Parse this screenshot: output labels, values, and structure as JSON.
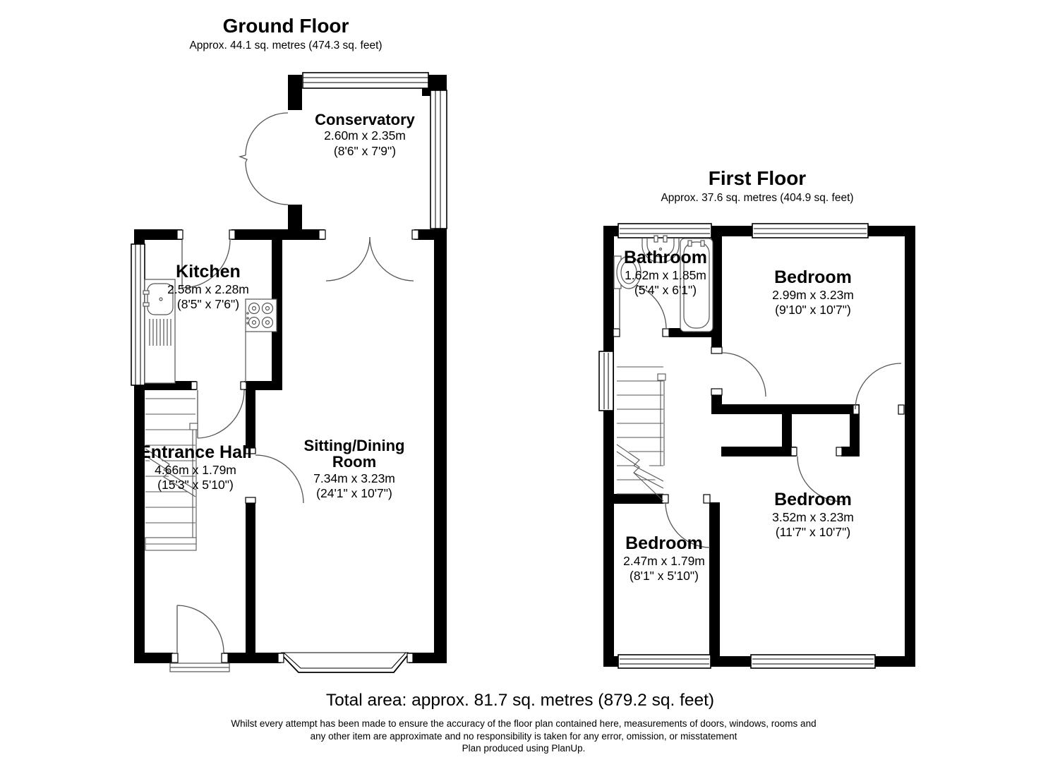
{
  "floors": [
    {
      "title": "Ground Floor",
      "area": "Approx. 44.1 sq. metres (474.3 sq. feet)",
      "rooms": [
        {
          "name": "Conservatory",
          "metric": "2.60m x 2.35m",
          "imperial": "(8'6\" x 7'9\")"
        },
        {
          "name": "Kitchen",
          "metric": "2.58m x 2.28m",
          "imperial": "(8'5\" x 7'6\")"
        },
        {
          "name": "Entrance Hall",
          "metric": "4.66m x 1.79m",
          "imperial": "(15'3\" x 5'10\")"
        },
        {
          "name": "Sitting/Dining Room",
          "metric": "7.34m x 3.23m",
          "imperial": "(24'1\" x 10'7\")"
        }
      ]
    },
    {
      "title": "First Floor",
      "area": "Approx. 37.6 sq. metres (404.9 sq. feet)",
      "rooms": [
        {
          "name": "Bathroom",
          "metric": "1.62m x 1.85m",
          "imperial": "(5'4\" x 6'1\")"
        },
        {
          "name": "Bedroom",
          "metric": "2.99m x 3.23m",
          "imperial": "(9'10\" x 10'7\")"
        },
        {
          "name": "Bedroom",
          "metric": "3.52m x 3.23m",
          "imperial": "(11'7\" x 10'7\")"
        },
        {
          "name": "Bedroom",
          "metric": "2.47m x 1.79m",
          "imperial": "(8'1\" x 5'10\")"
        }
      ]
    }
  ],
  "footer": {
    "total_area": "Total area: approx. 81.7 sq. metres (879.2 sq. feet)",
    "disclaimer_line1": "Whilst every attempt has been made to ensure the accuracy of the floor plan contained here, measurements of doors, windows, rooms and",
    "disclaimer_line2": "any other item are approximate and no responsibility is taken for any error, omission, or misstatement",
    "disclaimer_line3": "Plan produced using PlanUp."
  },
  "colors": {
    "wall": "#000000",
    "detail_line": "#555555",
    "background": "#ffffff"
  }
}
